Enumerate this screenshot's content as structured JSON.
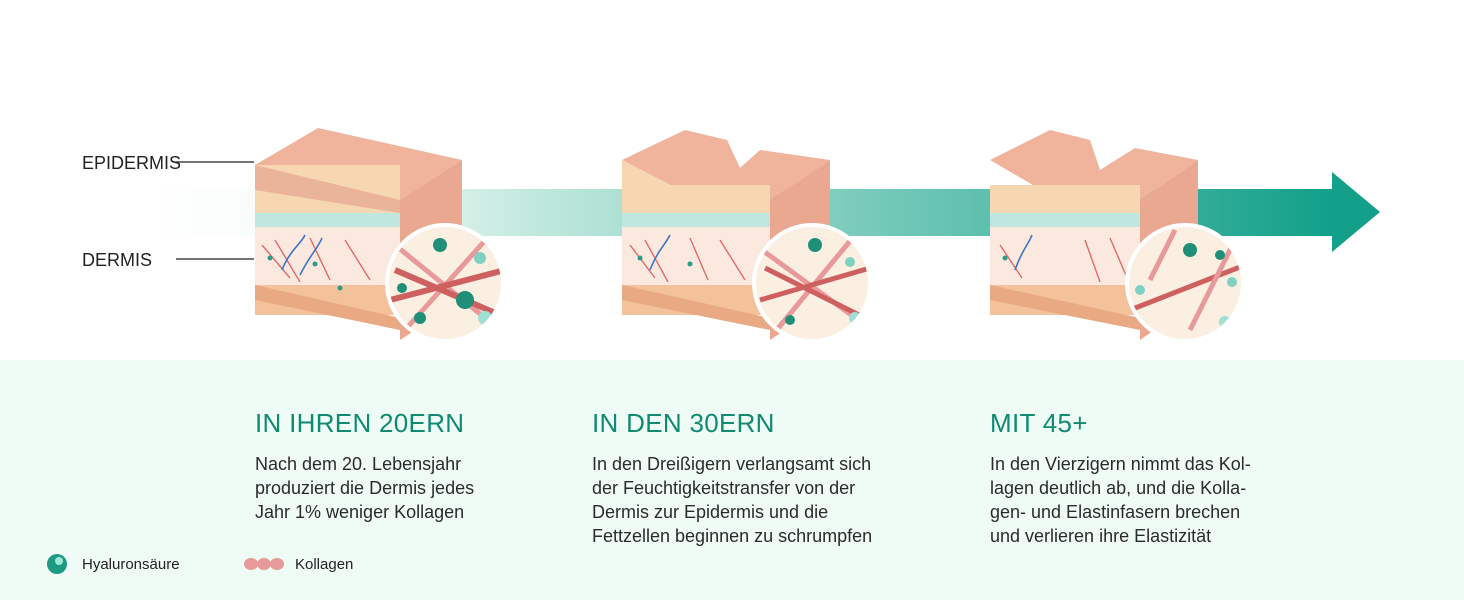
{
  "labels": {
    "epidermis": "EPIDERMIS",
    "dermis": "DERMIS"
  },
  "stages": [
    {
      "title": "IN IHREN 20ERN",
      "lines": [
        "Nach dem 20. Lebensjahr",
        "produziert die Dermis jedes",
        "Jahr 1% weniger Kollagen"
      ]
    },
    {
      "title": "IN DEN 30ERN",
      "lines": [
        "In den Dreißigern verlangsamt sich",
        "der Feuchtigkeitstransfer von der",
        "Dermis zur Epidermis und die",
        "Fettzellen beginnen zu schrumpfen"
      ]
    },
    {
      "title": "MIT 45+",
      "lines": [
        "In den Vierzigern nimmt das Kol-",
        "lagen deutlich ab, und die Kolla-",
        "gen- und Elastinfasern brechen",
        "und verlieren ihre Elastizität"
      ]
    }
  ],
  "legend": [
    {
      "label": "Hyaluronsäure",
      "icon": "hyaluronic-acid-icon"
    },
    {
      "label": "Kollagen",
      "icon": "collagen-icon"
    }
  ],
  "colors": {
    "accent": "#118a72",
    "arrow": "#19a08a",
    "panel": "#effcf6",
    "skin": "#e8a08a"
  }
}
